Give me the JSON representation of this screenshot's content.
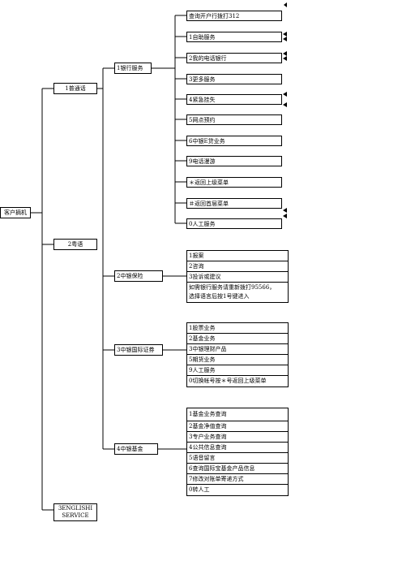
{
  "root": "客户摘机",
  "level1": {
    "putonghua": "1普通话",
    "cantonese": "2粤语",
    "english": [
      "3ENGLISHI",
      "SERVICE"
    ]
  },
  "level2": {
    "bank": "1银行服务",
    "insurance": "2中银保险",
    "securities": "3中银国际证券",
    "fund": "4中银基金"
  },
  "bank_items": [
    "查询开户行拨打312",
    "1自助服务",
    "2我的电话银行",
    "3更多服务",
    "4紧急挂失",
    "5网点预约",
    "6中银E贷业务",
    "9电话漫游",
    "＊返回上级菜单",
    "＃返回首层菜单",
    "0人工服务"
  ],
  "insurance_items": [
    "1报案",
    "2咨询",
    "3投诉或建议"
  ],
  "insurance_note": [
    "如需银行服务请重新拨打95566，",
    "选择语言后按1号键进入"
  ],
  "securities_items": [
    "1股票业务",
    "2基金业务",
    "3中银理财产品",
    "5期货业务",
    "9人工服务",
    "0切换帐号按＊号返回上级菜单"
  ],
  "fund_items": [
    "1基金业务查询",
    "2基金净值查询",
    "3专户业务查询",
    "4公共信息查询",
    "5语音留言",
    "6查询国际宝基金产品信息",
    "7修改对账单寄递方式",
    "0转人工"
  ]
}
